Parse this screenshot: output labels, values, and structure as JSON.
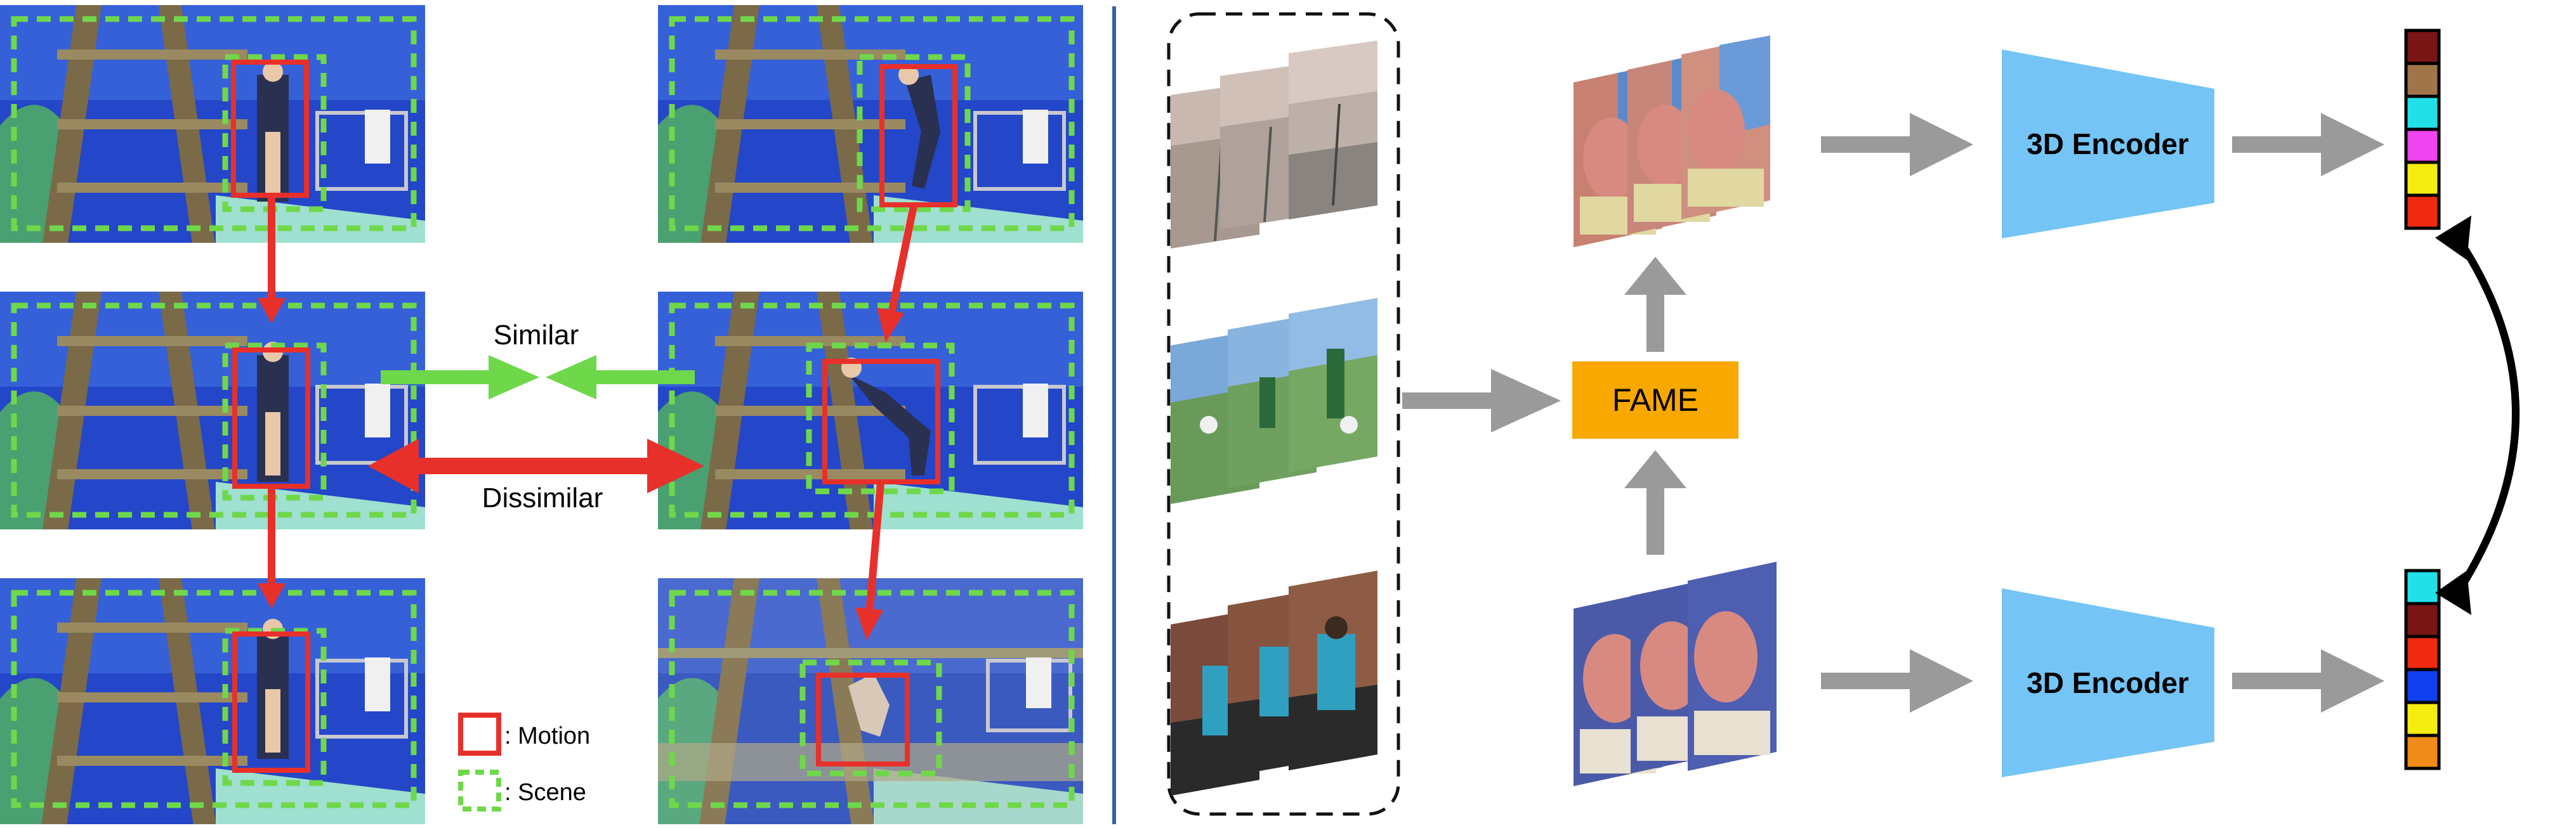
{
  "left_panel": {
    "similar_label": "Similar",
    "dissimilar_label": "Dissimilar",
    "legend": {
      "motion_label": ": Motion",
      "scene_label": ": Scene",
      "motion_color": "#e8302a",
      "scene_color": "#6fd84a"
    },
    "frame_colors": {
      "pool_blue": "#2446c8",
      "sky_blue": "#4a6fe0",
      "platform_wood": "#8a7a52",
      "tile_green": "#7fd0b0",
      "wall_green": "#4aa070"
    }
  },
  "divider_color": "#3a5ea8",
  "right_panel": {
    "fame_label": "FAME",
    "fame_color": "#f9a800",
    "encoder_top_label": "3D Encoder",
    "encoder_bottom_label": "3D Encoder",
    "encoder_color": "#74c4f6",
    "arrow_color": "#9a9a9a",
    "feature_top_colors": [
      "#7a1515",
      "#a0754a",
      "#22e0e8",
      "#ef44ef",
      "#f5ec10",
      "#f02a10"
    ],
    "feature_bottom_colors": [
      "#22e0e8",
      "#7a1515",
      "#f02a10",
      "#1040f0",
      "#f5ec10",
      "#f08a18"
    ]
  }
}
